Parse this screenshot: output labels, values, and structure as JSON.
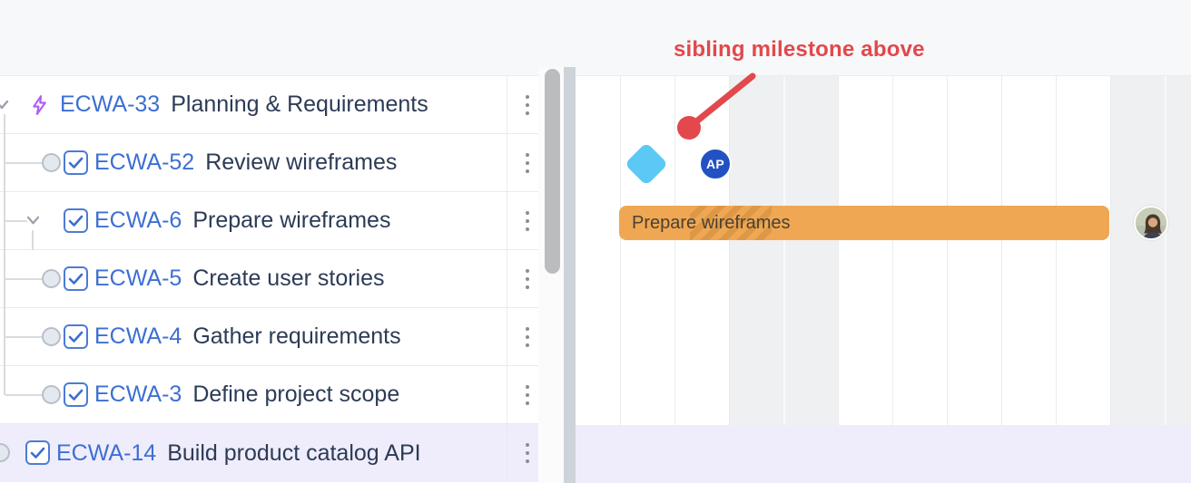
{
  "annotation": {
    "label": "sibling milestone above"
  },
  "task_list": {
    "rows": [
      {
        "id": "ECWA-33",
        "title": "Planning & Requirements",
        "kind": "epic",
        "expanded": true
      },
      {
        "id": "ECWA-52",
        "title": "Review wireframes",
        "kind": "task",
        "checked": true
      },
      {
        "id": "ECWA-6",
        "title": "Prepare wireframes",
        "kind": "task",
        "checked": true,
        "expanded": true
      },
      {
        "id": "ECWA-5",
        "title": "Create user stories",
        "kind": "task",
        "checked": true
      },
      {
        "id": "ECWA-4",
        "title": "Gather requirements",
        "kind": "task",
        "checked": true
      },
      {
        "id": "ECWA-3",
        "title": "Define project scope",
        "kind": "task",
        "checked": true
      },
      {
        "id": "ECWA-14",
        "title": "Build product catalog API",
        "kind": "task",
        "checked": true,
        "selected": true
      }
    ]
  },
  "gantt": {
    "bar": {
      "label": "Prepare wireframes"
    },
    "milestone": {
      "shape": "diamond"
    },
    "assignee_badge": {
      "initials": "AP"
    }
  },
  "colors": {
    "accent_red": "#e2484c",
    "milestone_blue": "#5bc9f4",
    "bar_orange": "#f0a753",
    "badge_blue": "#2351c4",
    "id_blue": "#3d6fd3",
    "selected_row_bg": "#efedfb",
    "weekend_gray": "#eef0f2"
  }
}
